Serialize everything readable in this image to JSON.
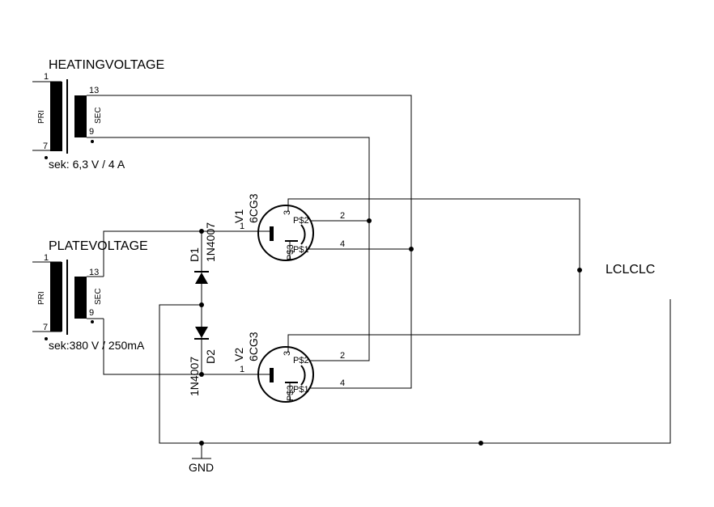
{
  "transformers": [
    {
      "name": "HEATINGVOLTAGE",
      "pri_label": "PRI",
      "sec_label": "SEC",
      "pin_pri_top": "1",
      "pin_pri_bottom": "7",
      "pin_sec_top": "13",
      "pin_sec_bottom": "9",
      "rating": "sek: 6,3 V / 4 A"
    },
    {
      "name": "PLATEVOLTAGE",
      "pri_label": "PRI",
      "sec_label": "SEC",
      "pin_pri_top": "1",
      "pin_pri_bottom": "7",
      "pin_sec_top": "13",
      "pin_sec_bottom": "9",
      "rating": "sek:380 V / 250mA"
    }
  ],
  "diodes": [
    {
      "name": "D1",
      "value": "1N4007"
    },
    {
      "name": "D2",
      "value": "1N4007"
    }
  ],
  "tubes": [
    {
      "name": "V1",
      "value": "6CG3",
      "pin_grid": "1",
      "pin_p2": "2",
      "pin_p4": "4",
      "pin_p3": "3",
      "label_p2": "P$2",
      "label_p1": "P$1",
      "label_p3": "P$3"
    },
    {
      "name": "V2",
      "value": "6CG3",
      "pin_grid": "1",
      "pin_p2": "2",
      "pin_p4": "4",
      "pin_p3": "3",
      "label_p2": "P$2",
      "label_p1": "P$1",
      "label_p3": "P$3"
    }
  ],
  "output_label": "LCLCLC",
  "ground_label": "GND",
  "colors": {
    "ink": "#000000",
    "background": "#ffffff"
  }
}
